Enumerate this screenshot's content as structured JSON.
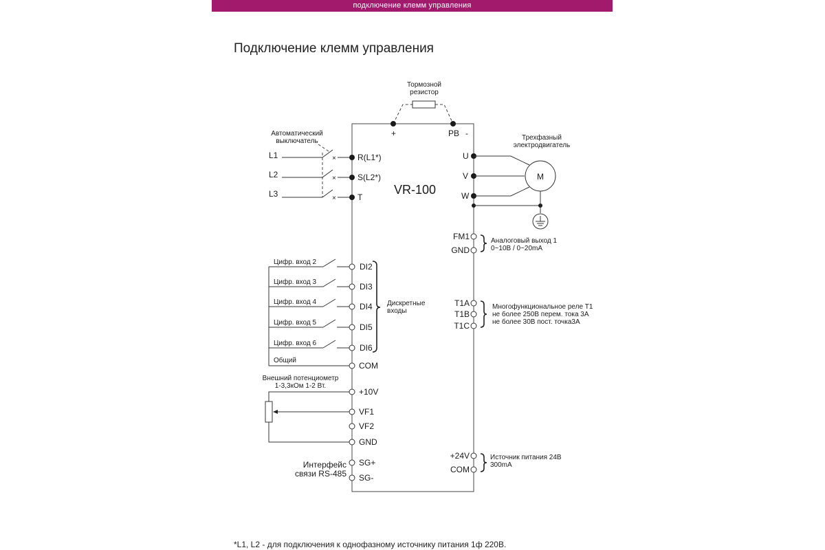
{
  "banner": {
    "text": "подключение клемм управления"
  },
  "page": {
    "title": "Подключение клемм управления",
    "footnote": "*L1, L2 - для подключения к однофазному источнику питания 1ф 220В."
  },
  "diagram": {
    "device_name": "VR-100",
    "brake": {
      "label_line1": "Тормозной",
      "label_line2": "резистор",
      "plus": "+",
      "pb": "PB",
      "minus": "-"
    },
    "breaker": {
      "label_line1": "Автоматический",
      "label_line2": "выключатель",
      "lines": [
        "L1",
        "L2",
        "L3"
      ],
      "inputs": [
        "R(L1*)",
        "S(L2*)",
        "T"
      ]
    },
    "motor": {
      "label_line1": "Трехфазный",
      "label_line2": "электродвигатель",
      "symbol": "M",
      "terminals": [
        "U",
        "V",
        "W"
      ]
    },
    "analog_output": {
      "terminals": [
        "FM1",
        "GND"
      ],
      "desc_line1": "Аналоговый выход 1",
      "desc_line2": "0~10В / 0~20mA"
    },
    "relay": {
      "terminals": [
        "T1A",
        "T1B",
        "T1C"
      ],
      "desc_line1": "Многофункциональное реле T1",
      "desc_line2": "не более 250В перем. тока 3А",
      "desc_line3": "не более 30В пост. точка3А"
    },
    "digital_inputs": {
      "switch_labels": [
        "Цифр. вход 2",
        "Цифр. вход 3",
        "Цифр. вход 4",
        "Цифр. вход 5",
        "Цифр. вход 6"
      ],
      "terminals": [
        "DI2",
        "DI3",
        "DI4",
        "DI5",
        "DI6"
      ],
      "group_line1": "Дискретные",
      "group_line2": "входы",
      "common_label": "Общий",
      "common_terminal": "COM"
    },
    "potentiometer": {
      "label_line1": "Внешний потенциометр",
      "label_line2": "1-3,3кОм 1-2 Вт.",
      "terminals": [
        "+10V",
        "VF1",
        "VF2",
        "GND"
      ]
    },
    "rs485": {
      "label_line1": "Интерфейс",
      "label_line2": "связи RS-485",
      "terminals": [
        "SG+",
        "SG-"
      ]
    },
    "power24": {
      "terminals": [
        "+24V",
        "COM"
      ],
      "desc_line1": "Источник питания 24В",
      "desc_line2": "300mA"
    }
  }
}
